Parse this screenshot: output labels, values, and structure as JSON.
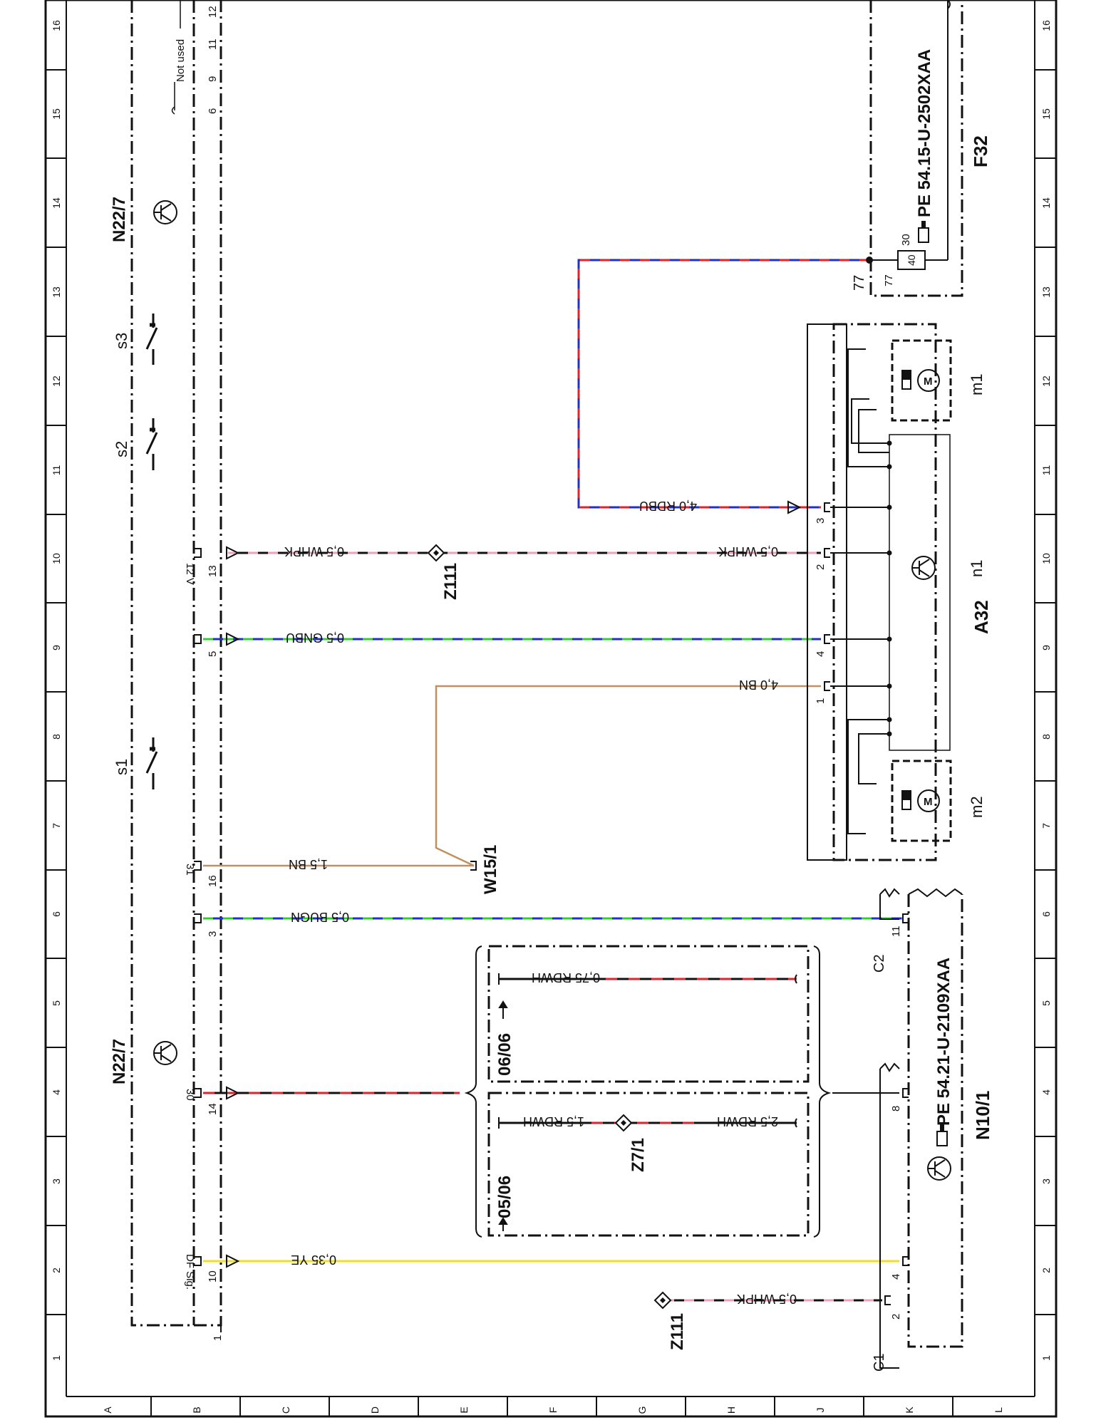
{
  "frame": {
    "row_labels": [
      "16",
      "15",
      "14",
      "13",
      "12",
      "11",
      "10",
      "9",
      "8",
      "7",
      "6",
      "5",
      "4",
      "3",
      "2",
      "1"
    ],
    "col_labels": [
      "A",
      "B",
      "C",
      "D",
      "E",
      "F",
      "G",
      "H",
      "J",
      "K",
      "L"
    ]
  },
  "components": {
    "n22_top": "N22/7",
    "n22_bottom": "N22/7",
    "not_used": "Not used",
    "s1": "s1",
    "s2": "s2",
    "s3": "s3",
    "a32": "A32",
    "n1": "n1",
    "m1": "m1",
    "m2": "m2",
    "f32": "F32",
    "f32_pe": "PE 54.15-U-2502XAA",
    "n10": "N10/1",
    "n10_pe": "PE 54.21-U-2109XAA",
    "c1": "C1",
    "c2": "C2",
    "z111_a": "Z111",
    "z111_b": "Z111",
    "z7": "Z7/1",
    "w15": "W15/1",
    "variant_0506": "05/06",
    "variant_0606": "06/06"
  },
  "pins": {
    "n22_top": [
      "6",
      "9",
      "11",
      "12"
    ],
    "n22_13": "13",
    "n22_12v": "12 V",
    "n22_5": "5",
    "n22_16": "16",
    "n22_31": "31",
    "n22_3": "3",
    "n22_14": "14",
    "n22_30": "30",
    "n22_10": "10",
    "n22_dfsig": "DF Sig.",
    "n22_1": "1",
    "a32_3": "3",
    "a32_2": "2",
    "a32_4": "4",
    "a32_1": "1",
    "f32_77a": "77",
    "f32_77b": "77",
    "f32_30": "30",
    "f32_fuse": "40",
    "c2_11": "11",
    "c1_8": "8",
    "c1_4": "4",
    "c1_2": "2"
  },
  "wires": {
    "rdbu_40": "4,0 RDBU",
    "whpk_05_a": "0,5 WHPK",
    "whpk_05_b": "0,5 WHPK",
    "gnbu_05": "0,5 GNBU",
    "bn_40": "4,0 BN",
    "bn_15": "1,5 BN",
    "bugn_05": "0,5 BUGN",
    "rdwh_075": "0,75 RDWH",
    "rdwh_15": "1,5 RDWH",
    "rdwh_25": "2,5 RDWH",
    "ye_035": "0,35 YE",
    "whpk_05_c": "0,5 WHPK"
  },
  "colors": {
    "line": "#111111",
    "red": "#e8202a",
    "blue": "#2030c8",
    "green": "#30d030",
    "pink": "#f0a0b8",
    "brown": "#c09060",
    "yellow": "#f0e020"
  }
}
